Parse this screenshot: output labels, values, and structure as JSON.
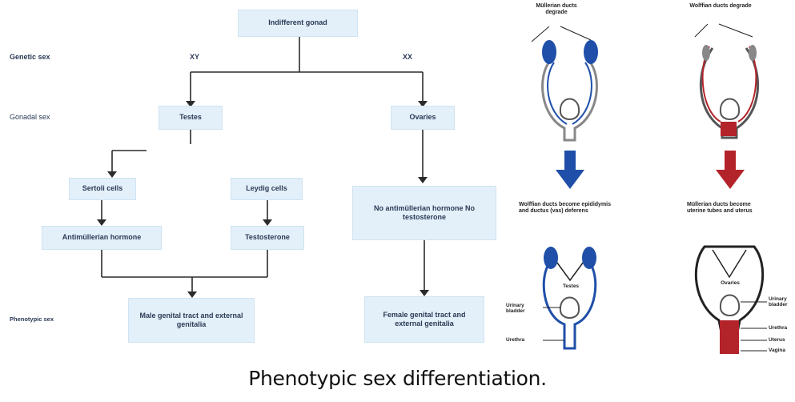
{
  "flowchart": {
    "root": "Indifferent gonad",
    "row_labels": {
      "genetic": "Genetic sex",
      "gonadal": "Gonadal sex",
      "phenotypic": "Phenotypic sex"
    },
    "chromosomes": {
      "male": "XY",
      "female": "XX"
    },
    "male": {
      "gonad": "Testes",
      "cell_left": "Sertoli cells",
      "cell_right": "Leydig cells",
      "hormone_left": "Antimüllerian hormone",
      "hormone_right": "Testosterone",
      "outcome": "Male genital tract and external genitalia"
    },
    "female": {
      "gonad": "Ovaries",
      "hormone": "No antimüllerian hormone No testosterone",
      "outcome": "Female genital tract and external genitalia"
    }
  },
  "anatomy": {
    "male_top_note": "Müllerian ducts degrade",
    "female_top_note": "Wolffian ducts degrade",
    "male_mid_note": "Wolffian ducts become epididymis and ductus (vas) deferens",
    "female_mid_note": "Müllerian ducts become uterine tubes and uterus",
    "male_organ": "Testes",
    "female_organ": "Ovaries",
    "male_labels": [
      "Urinary bladder",
      "Urethra"
    ],
    "female_labels": [
      "Urinary bladder",
      "Urethra",
      "Uterus",
      "Vagina"
    ],
    "colors": {
      "male": "#1f4fa8",
      "female": "#b3242a",
      "box": "#e3f0fa"
    }
  },
  "caption": "Phenotypic sex differentiation."
}
